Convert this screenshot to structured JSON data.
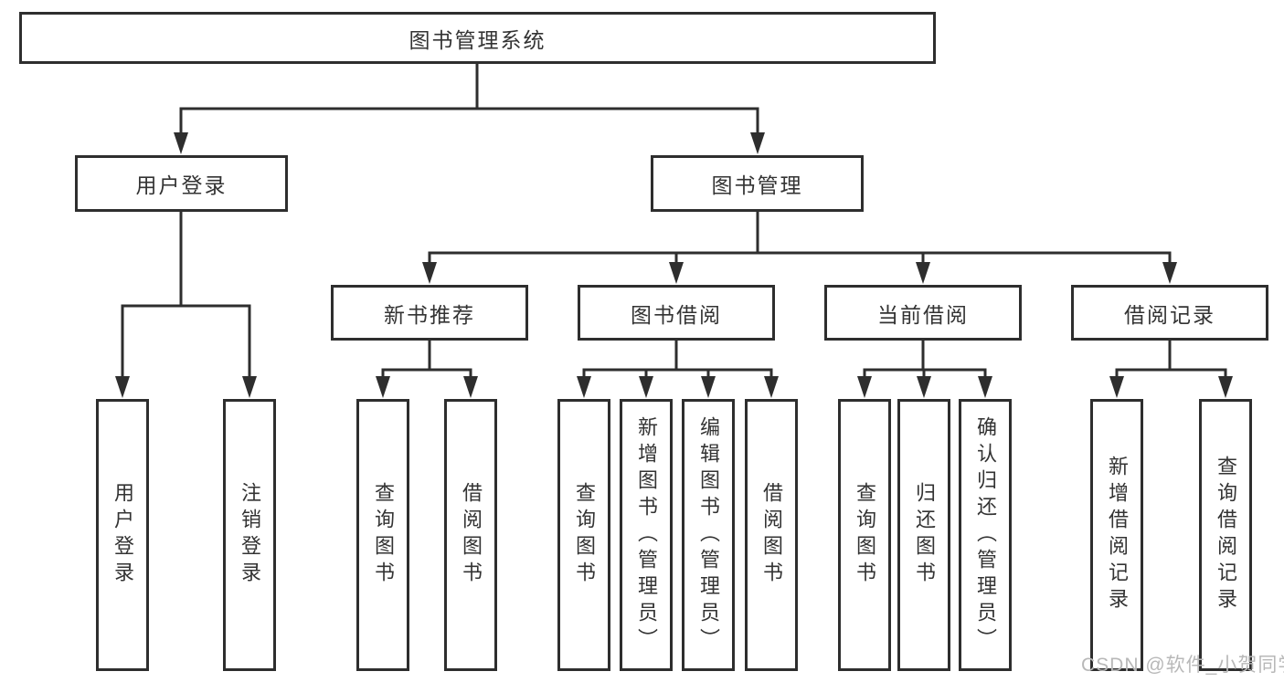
{
  "diagram_title": "图书管理系统",
  "tree": {
    "root": {
      "label": "图书管理系统"
    },
    "branches": [
      {
        "label": "用户登录",
        "children": [
          {
            "label": "用户登录"
          },
          {
            "label": "注销登录"
          }
        ]
      },
      {
        "label": "图书管理",
        "children": [
          {
            "label": "新书推荐",
            "children": [
              {
                "label": "查询图书"
              },
              {
                "label": "借阅图书"
              }
            ]
          },
          {
            "label": "图书借阅",
            "children": [
              {
                "label": "查询图书"
              },
              {
                "label": "新增图书（管理员）"
              },
              {
                "label": "编辑图书（管理员）"
              },
              {
                "label": "借阅图书"
              }
            ]
          },
          {
            "label": "当前借阅",
            "children": [
              {
                "label": "查询图书"
              },
              {
                "label": "归还图书"
              },
              {
                "label": "确认归还（管理员）"
              }
            ]
          },
          {
            "label": "借阅记录",
            "children": [
              {
                "label": "新增借阅记录"
              },
              {
                "label": "查询借阅记录"
              }
            ]
          }
        ]
      }
    ]
  },
  "watermark": "CSDN @软件_小贺同学",
  "colors": {
    "line": "#2e2e2e",
    "text": "#333333",
    "box_fill": "#ffffff",
    "watermark": "#b8b8b8",
    "background": "#ffffff"
  }
}
